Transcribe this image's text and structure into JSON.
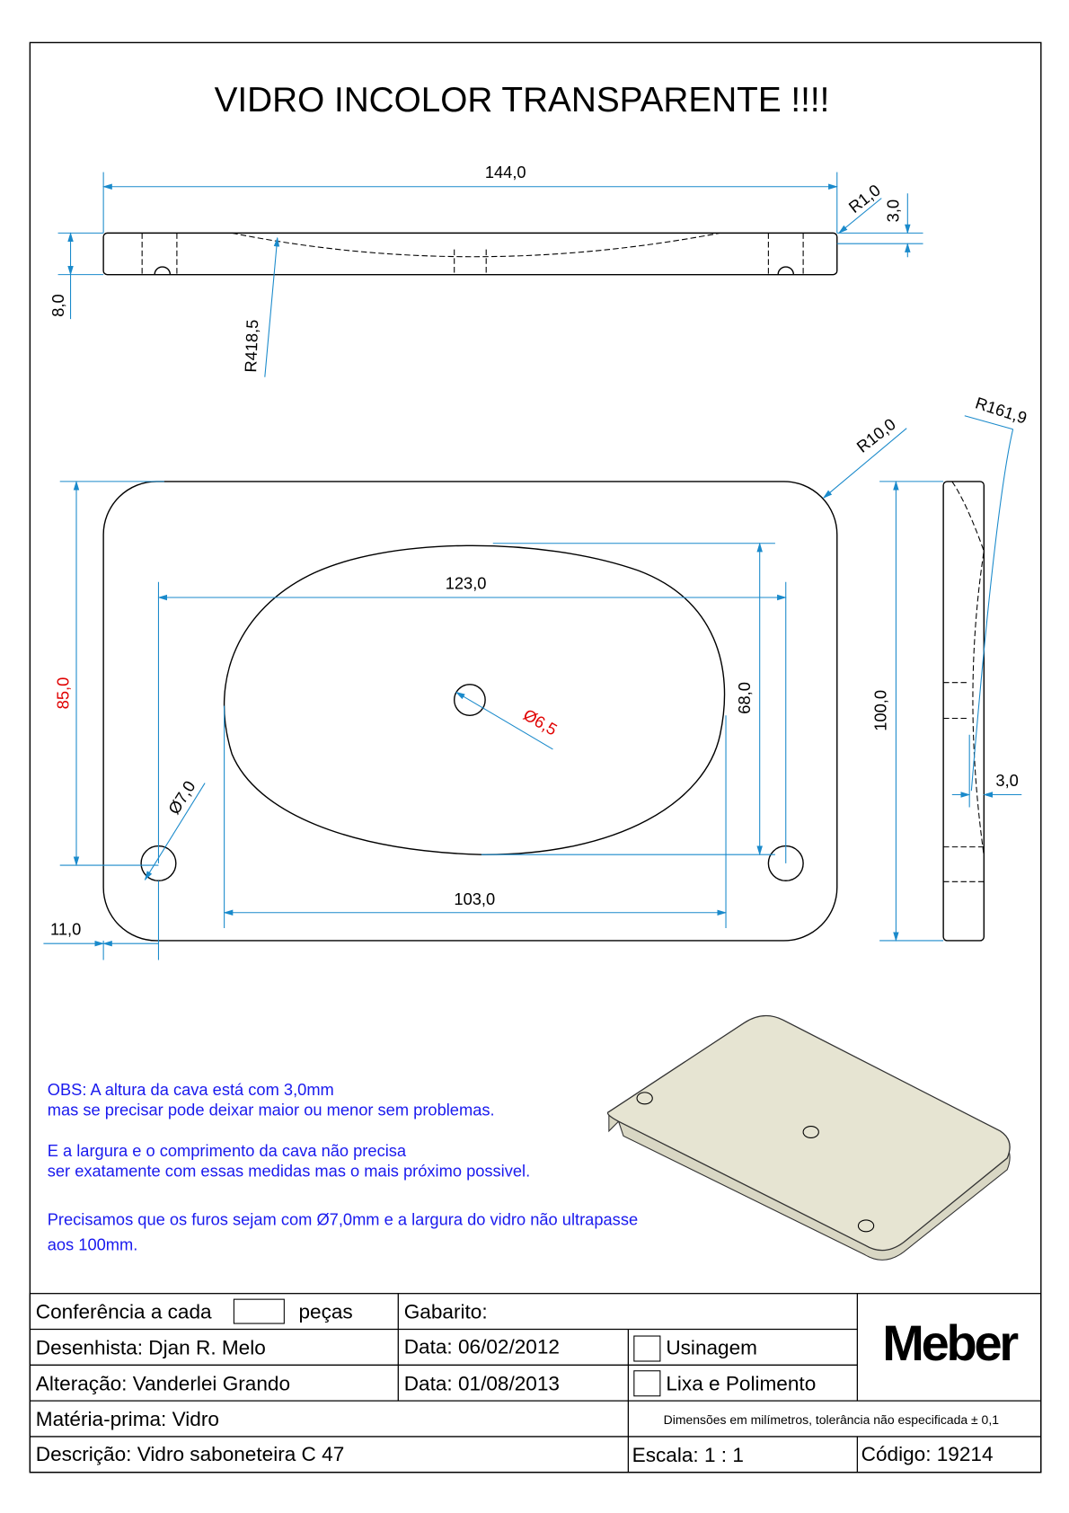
{
  "title": "VIDRO INCOLOR TRANSPARENTE !!!!",
  "colors": {
    "dimension": "#1a8acb",
    "highlight": "#e00000",
    "notes": "#1a1aee",
    "render_fill": "#e6e4d2"
  },
  "dimensions": {
    "top_length": "144,0",
    "top_radius_edge": "R1,0",
    "top_cava_depth": "3,0",
    "top_thickness": "8,0",
    "top_cava_radius": "R418,5",
    "front_corner_radius": "R10,0",
    "side_radius": "R161,9",
    "front_height": "85,0",
    "cava_length": "123,0",
    "cava_width": "68,0",
    "center_hole": "Ø6,5",
    "hole_diameter": "Ø7,0",
    "hole_spacing": "103,0",
    "hole_offset": "11,0",
    "total_width": "100,0",
    "side_cava_depth": "3,0"
  },
  "notes": [
    "OBS: A altura da cava está com 3,0mm",
    "mas se precisar pode deixar maior ou menor sem problemas.",
    "E a largura e o comprimento da cava não precisa",
    "ser exatamente com essas medidas mas o mais próximo possivel.",
    "Precisamos que os furos sejam com Ø7,0mm e a largura do vidro não ultrapasse",
    "aos 100mm."
  ],
  "title_block": {
    "conferencia_label": "Conferência a cada",
    "conferencia_value": "",
    "pecas_label": "peças",
    "gabarito_label": "Gabarito:",
    "desenhista": "Desenhista: Djan R. Melo",
    "data1": "Data: 06/02/2012",
    "usinagem": "Usinagem",
    "alteracao": "Alteração: Vanderlei Grando",
    "data2": "Data: 01/08/2013",
    "lixa": "Lixa e Polimento",
    "materia": "Matéria-prima: Vidro",
    "tolerancia": "Dimensões em milímetros, tolerância não especificada ± 0,1",
    "descricao": "Descrição: Vidro saboneteira C 47",
    "escala": "Escala: 1 : 1",
    "codigo": "Código: 19214",
    "logo": "Meber"
  }
}
